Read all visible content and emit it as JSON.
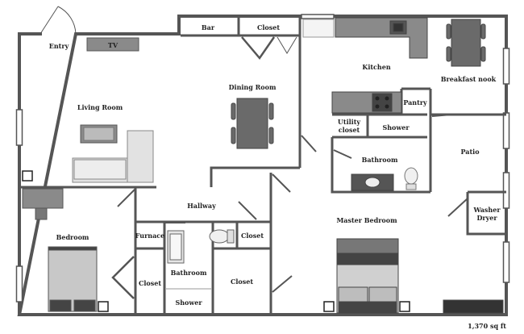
{
  "labels": {
    "entry": "Entry",
    "tv": "TV",
    "bar": "Bar",
    "closet_top": "Closet",
    "living_room": "Living Room",
    "dining_room": "Dining Room",
    "kitchen": "Kitchen",
    "breakfast_nook": "Breakfast nook",
    "pantry": "Pantry",
    "utility_closet": "Utility closet",
    "shower_upper": "Shower",
    "bathroom_upper": "Bathroom",
    "patio": "Patio",
    "hallway": "Hallway",
    "master_bedroom": "Master Bedroom",
    "washer_dryer": "Washer Dryer",
    "bedroom": "Bedroom",
    "furnace": "Furnace",
    "closet_hall": "Closet",
    "closet_left": "Closet",
    "bathroom_lower": "Bathroom",
    "closet_mid": "Closet",
    "shower_lower": "Shower"
  },
  "area": "1,370 sq ft",
  "colors": {
    "wall": "#555555",
    "fixture": "#d9d9d9",
    "furniture": "#6a6a6a",
    "counter": "#8a8a8a"
  }
}
